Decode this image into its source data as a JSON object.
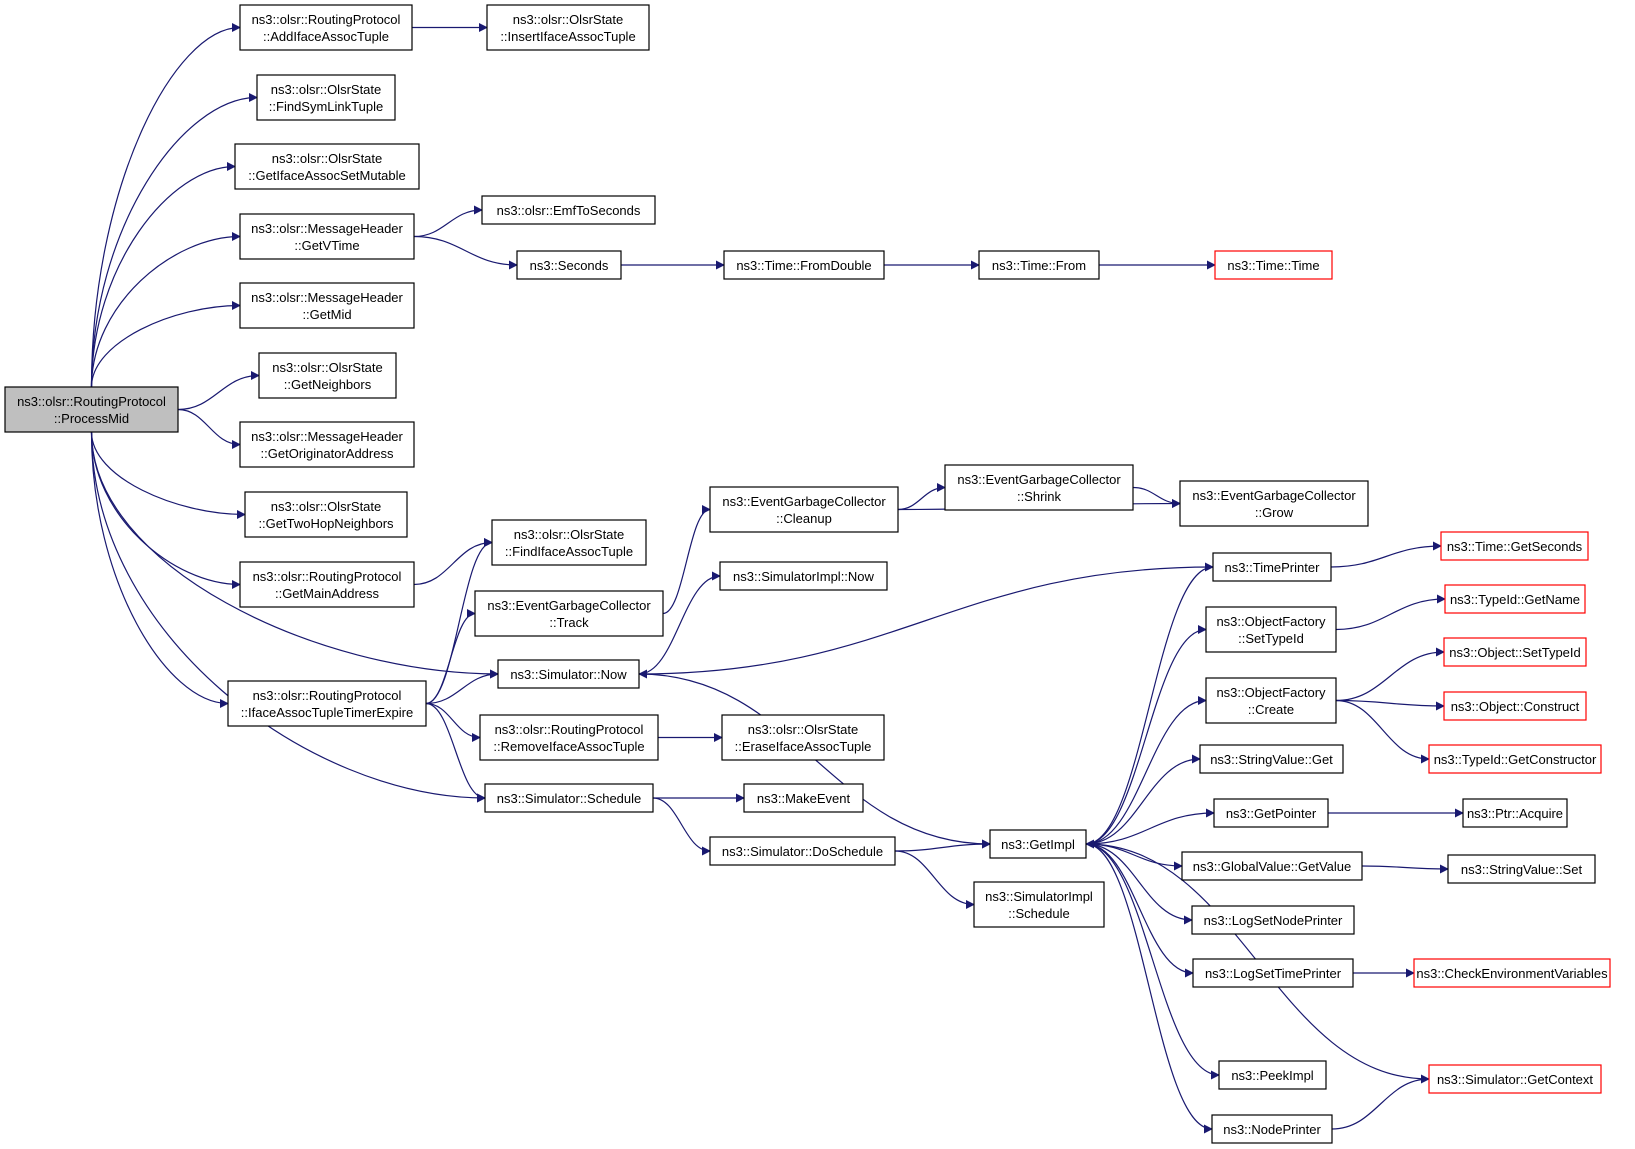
{
  "diagram": {
    "type": "call-graph",
    "colors": {
      "edge": "#191970",
      "root_fill": "#bfbfbf",
      "border": "#000000",
      "truncated_border": "#ff0000"
    },
    "nodes": [
      {
        "id": "processmid",
        "lines": [
          "ns3::olsr::RoutingProtocol",
          "::ProcessMid"
        ],
        "style": "root"
      },
      {
        "id": "addifaceassoctuple",
        "lines": [
          "ns3::olsr::RoutingProtocol",
          "::AddIfaceAssocTuple"
        ]
      },
      {
        "id": "insertifaceassoctuple",
        "lines": [
          "ns3::olsr::OlsrState",
          "::InsertIfaceAssocTuple"
        ]
      },
      {
        "id": "findsymlinktuple",
        "lines": [
          "ns3::olsr::OlsrState",
          "::FindSymLinkTuple"
        ]
      },
      {
        "id": "getifaceassocsetmutable",
        "lines": [
          "ns3::olsr::OlsrState",
          "::GetIfaceAssocSetMutable"
        ]
      },
      {
        "id": "getvtime",
        "lines": [
          "ns3::olsr::MessageHeader",
          "::GetVTime"
        ]
      },
      {
        "id": "emftoseconds",
        "lines": [
          "ns3::olsr::EmfToSeconds"
        ]
      },
      {
        "id": "seconds",
        "lines": [
          "ns3::Seconds"
        ]
      },
      {
        "id": "fromdouble",
        "lines": [
          "ns3::Time::FromDouble"
        ]
      },
      {
        "id": "timefrom",
        "lines": [
          "ns3::Time::From"
        ]
      },
      {
        "id": "timetime",
        "lines": [
          "ns3::Time::Time"
        ],
        "style": "truncated"
      },
      {
        "id": "getmid",
        "lines": [
          "ns3::olsr::MessageHeader",
          "::GetMid"
        ]
      },
      {
        "id": "getneighbors",
        "lines": [
          "ns3::olsr::OlsrState",
          "::GetNeighbors"
        ]
      },
      {
        "id": "getoriginatoraddress",
        "lines": [
          "ns3::olsr::MessageHeader",
          "::GetOriginatorAddress"
        ]
      },
      {
        "id": "gettwohopneighbors",
        "lines": [
          "ns3::olsr::OlsrState",
          "::GetTwoHopNeighbors"
        ]
      },
      {
        "id": "getmainaddress",
        "lines": [
          "ns3::olsr::RoutingProtocol",
          "::GetMainAddress"
        ]
      },
      {
        "id": "findifaceassoctuple",
        "lines": [
          "ns3::olsr::OlsrState",
          "::FindIfaceAssocTuple"
        ]
      },
      {
        "id": "ifaceassoctupletimerexpire",
        "lines": [
          "ns3::olsr::RoutingProtocol",
          "::IfaceAssocTupleTimerExpire"
        ]
      },
      {
        "id": "gctrack",
        "lines": [
          "ns3::EventGarbageCollector",
          "::Track"
        ]
      },
      {
        "id": "gccleanup",
        "lines": [
          "ns3::EventGarbageCollector",
          "::Cleanup"
        ]
      },
      {
        "id": "gcshrink",
        "lines": [
          "ns3::EventGarbageCollector",
          "::Shrink"
        ]
      },
      {
        "id": "gcgrow",
        "lines": [
          "ns3::EventGarbageCollector",
          "::Grow"
        ]
      },
      {
        "id": "simimplnow",
        "lines": [
          "ns3::SimulatorImpl::Now"
        ]
      },
      {
        "id": "simnow",
        "lines": [
          "ns3::Simulator::Now"
        ]
      },
      {
        "id": "removeifaceassoctuple",
        "lines": [
          "ns3::olsr::RoutingProtocol",
          "::RemoveIfaceAssocTuple"
        ]
      },
      {
        "id": "eraseifaceassoctuple",
        "lines": [
          "ns3::olsr::OlsrState",
          "::EraseIfaceAssocTuple"
        ]
      },
      {
        "id": "simschedule",
        "lines": [
          "ns3::Simulator::Schedule"
        ]
      },
      {
        "id": "makeevent",
        "lines": [
          "ns3::MakeEvent"
        ]
      },
      {
        "id": "doschedule",
        "lines": [
          "ns3::Simulator::DoSchedule"
        ]
      },
      {
        "id": "simimplschedule",
        "lines": [
          "ns3::SimulatorImpl",
          "::Schedule"
        ]
      },
      {
        "id": "getimpl",
        "lines": [
          "ns3::GetImpl"
        ]
      },
      {
        "id": "timeprinter",
        "lines": [
          "ns3::TimePrinter"
        ]
      },
      {
        "id": "getseconds",
        "lines": [
          "ns3::Time::GetSeconds"
        ],
        "style": "truncated"
      },
      {
        "id": "settypeid",
        "lines": [
          "ns3::ObjectFactory",
          "::SetTypeId"
        ]
      },
      {
        "id": "getname",
        "lines": [
          "ns3::TypeId::GetName"
        ],
        "style": "truncated"
      },
      {
        "id": "ofcreate",
        "lines": [
          "ns3::ObjectFactory",
          "::Create"
        ]
      },
      {
        "id": "objsettypeid",
        "lines": [
          "ns3::Object::SetTypeId"
        ],
        "style": "truncated"
      },
      {
        "id": "objconstruct",
        "lines": [
          "ns3::Object::Construct"
        ],
        "style": "truncated"
      },
      {
        "id": "getconstructor",
        "lines": [
          "ns3::TypeId::GetConstructor"
        ],
        "style": "truncated"
      },
      {
        "id": "stringvalueget",
        "lines": [
          "ns3::StringValue::Get"
        ]
      },
      {
        "id": "getpointer",
        "lines": [
          "ns3::GetPointer"
        ]
      },
      {
        "id": "ptracquire",
        "lines": [
          "ns3::Ptr::Acquire"
        ]
      },
      {
        "id": "globalvalueget",
        "lines": [
          "ns3::GlobalValue::GetValue"
        ]
      },
      {
        "id": "stringvalueset",
        "lines": [
          "ns3::StringValue::Set"
        ]
      },
      {
        "id": "logsetnodeprinter",
        "lines": [
          "ns3::LogSetNodePrinter"
        ]
      },
      {
        "id": "logsettimeprinter",
        "lines": [
          "ns3::LogSetTimePrinter"
        ]
      },
      {
        "id": "checkenv",
        "lines": [
          "ns3::CheckEnvironmentVariables"
        ],
        "style": "truncated"
      },
      {
        "id": "peekimpl",
        "lines": [
          "ns3::PeekImpl"
        ]
      },
      {
        "id": "getcontext",
        "lines": [
          "ns3::Simulator::GetContext"
        ],
        "style": "truncated"
      },
      {
        "id": "nodeprinter",
        "lines": [
          "ns3::NodePrinter"
        ]
      }
    ],
    "edges": [
      [
        "processmid",
        "addifaceassoctuple"
      ],
      [
        "processmid",
        "findsymlinktuple"
      ],
      [
        "processmid",
        "getifaceassocsetmutable"
      ],
      [
        "processmid",
        "getvtime"
      ],
      [
        "processmid",
        "getmid"
      ],
      [
        "processmid",
        "getneighbors"
      ],
      [
        "processmid",
        "getoriginatoraddress"
      ],
      [
        "processmid",
        "gettwohopneighbors"
      ],
      [
        "processmid",
        "getmainaddress"
      ],
      [
        "processmid",
        "simnow"
      ],
      [
        "processmid",
        "ifaceassoctupletimerexpire"
      ],
      [
        "processmid",
        "simschedule"
      ],
      [
        "addifaceassoctuple",
        "insertifaceassoctuple"
      ],
      [
        "getvtime",
        "emftoseconds"
      ],
      [
        "getvtime",
        "seconds"
      ],
      [
        "seconds",
        "fromdouble"
      ],
      [
        "fromdouble",
        "timefrom"
      ],
      [
        "timefrom",
        "timetime"
      ],
      [
        "getmainaddress",
        "findifaceassoctuple"
      ],
      [
        "ifaceassoctupletimerexpire",
        "findifaceassoctuple"
      ],
      [
        "ifaceassoctupletimerexpire",
        "gctrack"
      ],
      [
        "ifaceassoctupletimerexpire",
        "simnow"
      ],
      [
        "ifaceassoctupletimerexpire",
        "removeifaceassoctuple"
      ],
      [
        "ifaceassoctupletimerexpire",
        "simschedule"
      ],
      [
        "gctrack",
        "gccleanup"
      ],
      [
        "gccleanup",
        "gcshrink"
      ],
      [
        "gccleanup",
        "gcgrow"
      ],
      [
        "gcshrink",
        "gcgrow"
      ],
      [
        "simnow",
        "simimplnow"
      ],
      [
        "simnow",
        "getimpl"
      ],
      [
        "timeprinter",
        "simnow"
      ],
      [
        "removeifaceassoctuple",
        "eraseifaceassoctuple"
      ],
      [
        "simschedule",
        "makeevent"
      ],
      [
        "simschedule",
        "doschedule"
      ],
      [
        "doschedule",
        "getimpl"
      ],
      [
        "doschedule",
        "simimplschedule"
      ],
      [
        "getimpl",
        "timeprinter"
      ],
      [
        "getimpl",
        "settypeid"
      ],
      [
        "getimpl",
        "ofcreate"
      ],
      [
        "getimpl",
        "stringvalueget"
      ],
      [
        "getimpl",
        "getpointer"
      ],
      [
        "getimpl",
        "globalvalueget"
      ],
      [
        "getimpl",
        "logsetnodeprinter"
      ],
      [
        "getimpl",
        "logsettimeprinter"
      ],
      [
        "getimpl",
        "peekimpl"
      ],
      [
        "getimpl",
        "nodeprinter"
      ],
      [
        "getcontext",
        "getimpl"
      ],
      [
        "timeprinter",
        "getseconds"
      ],
      [
        "settypeid",
        "getname"
      ],
      [
        "ofcreate",
        "objsettypeid"
      ],
      [
        "ofcreate",
        "objconstruct"
      ],
      [
        "ofcreate",
        "getconstructor"
      ],
      [
        "getpointer",
        "ptracquire"
      ],
      [
        "globalvalueget",
        "stringvalueset"
      ],
      [
        "logsettimeprinter",
        "checkenv"
      ],
      [
        "nodeprinter",
        "getcontext"
      ]
    ]
  }
}
